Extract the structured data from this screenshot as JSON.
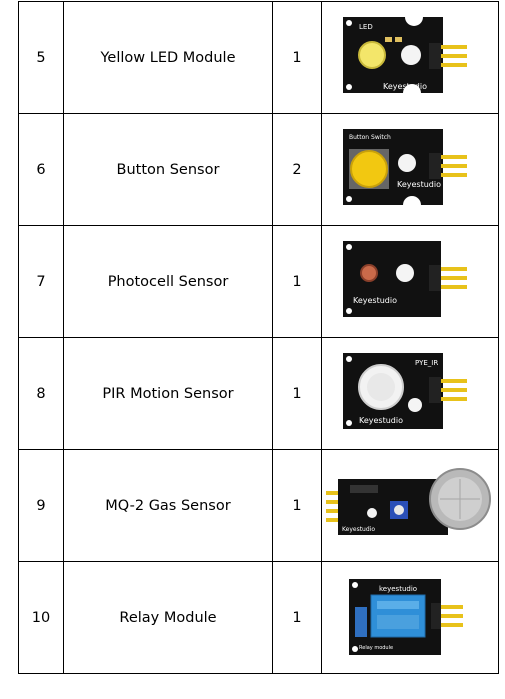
{
  "rows": [
    {
      "no": "5",
      "name": "Yellow LED Module",
      "qty": "1",
      "board_label": "Keyestudio",
      "silk": "LED"
    },
    {
      "no": "6",
      "name": "Button Sensor",
      "qty": "2",
      "board_label": "Keyestudio",
      "silk": "Button Switch"
    },
    {
      "no": "7",
      "name": "Photocell Sensor",
      "qty": "1",
      "board_label": "Keyestudio",
      "silk": ""
    },
    {
      "no": "8",
      "name": "PIR Motion Sensor",
      "qty": "1",
      "board_label": "Keyestudio",
      "silk": "PYE_IR"
    },
    {
      "no": "9",
      "name": "MQ-2 Gas Sensor",
      "qty": "1",
      "board_label": "Keyestudio",
      "silk": ""
    },
    {
      "no": "10",
      "name": "Relay Module",
      "qty": "1",
      "board_label": "keyestudio",
      "silk": "Relay module"
    }
  ],
  "colors": {
    "pcb": "#111111",
    "header": "#e8c21a",
    "led_yellow": "#f3e66a",
    "button_yellow": "#f2c811",
    "relay_blue": "#2f8fd8",
    "pot_blue": "#2a4fb8"
  }
}
